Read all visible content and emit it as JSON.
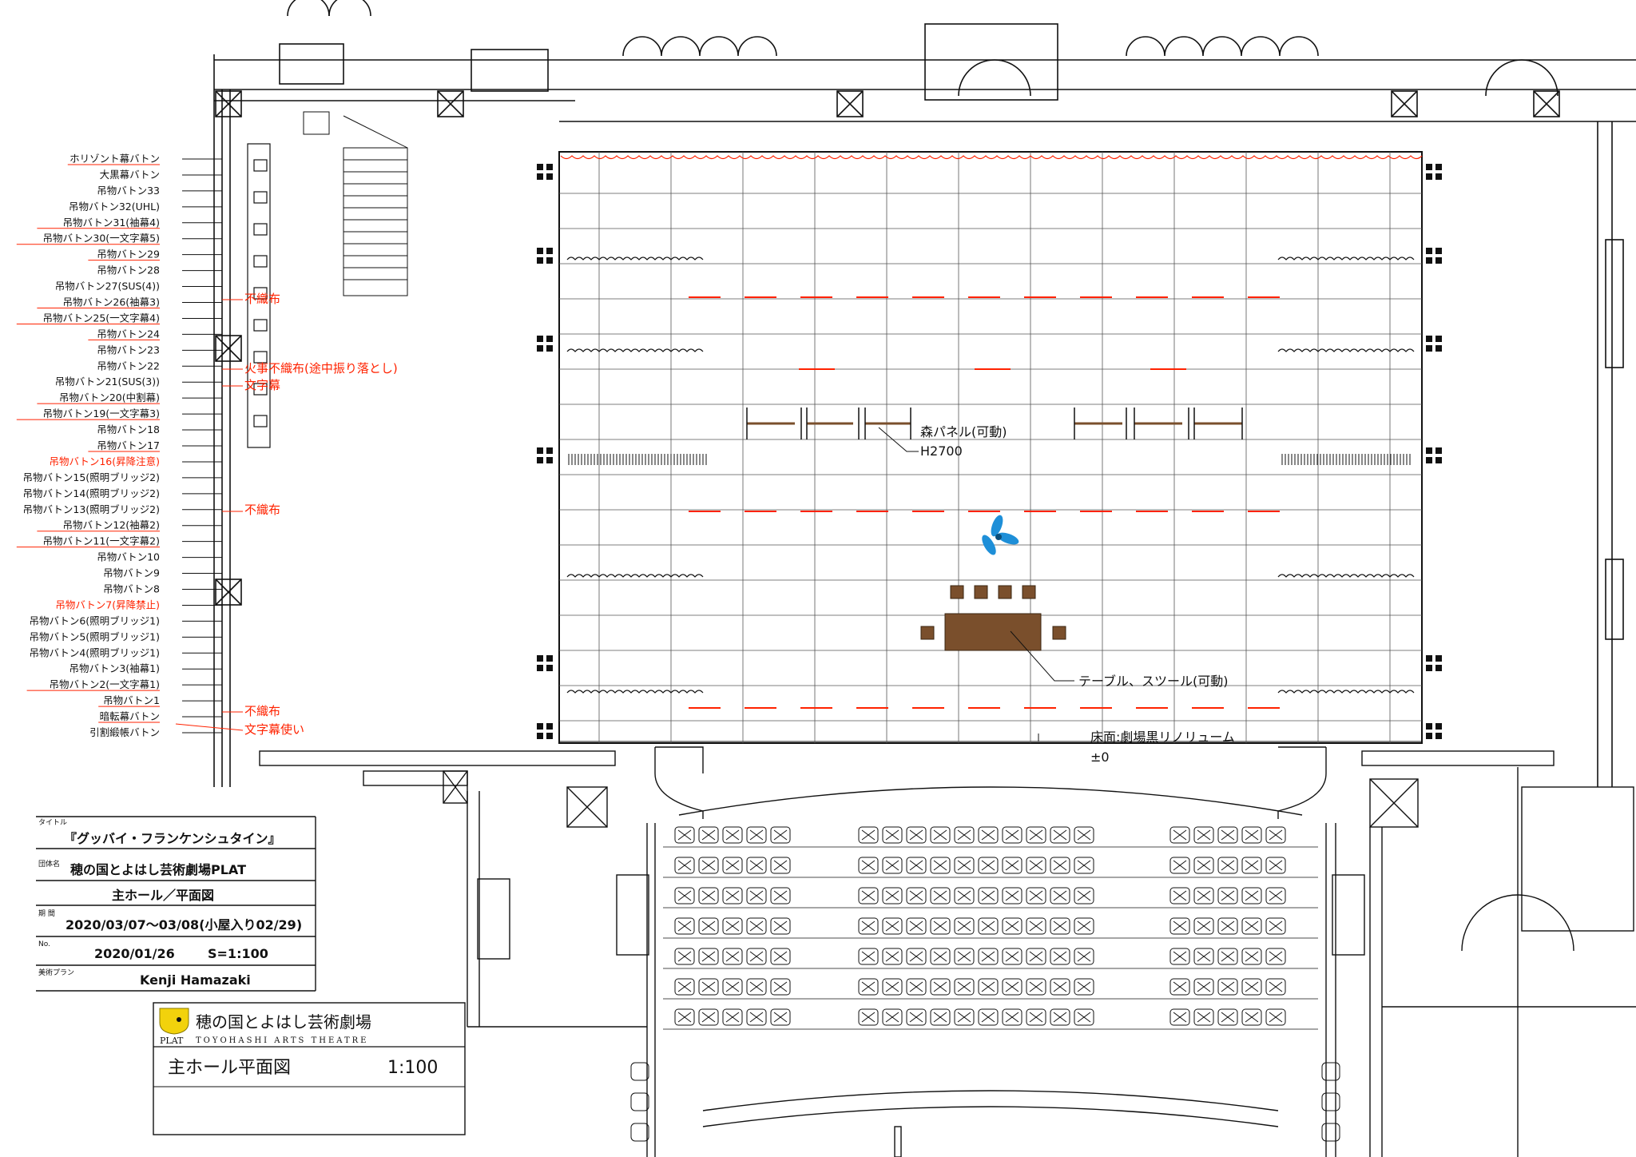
{
  "colors": {
    "line": "#111111",
    "red": "#ff2200",
    "brown": "#7a4f2c",
    "blue": "#1e8fd8",
    "ui": "#000000"
  },
  "batten_rows": [
    {
      "label": "ホリゾント幕バトン",
      "red": true
    },
    {
      "label": "大黒幕バトン",
      "red": false
    },
    {
      "label": "吊物バトン33",
      "red": false
    },
    {
      "label": "吊物バトン32(UHL)",
      "red": false
    },
    {
      "label": "吊物バトン31(袖幕4)",
      "red": true
    },
    {
      "label": "吊物バトン30(一文字幕5)",
      "red": true
    },
    {
      "label": "吊物バトン29",
      "red": true
    },
    {
      "label": "吊物バトン28",
      "red": false
    },
    {
      "label": "吊物バトン27(SUS(4))",
      "red": false
    },
    {
      "label": "吊物バトン26(袖幕3)",
      "red": true
    },
    {
      "label": "吊物バトン25(一文字幕4)",
      "red": true
    },
    {
      "label": "吊物バトン24",
      "red": true
    },
    {
      "label": "吊物バトン23",
      "red": false
    },
    {
      "label": "吊物バトン22",
      "red": false
    },
    {
      "label": "吊物バトン21(SUS(3))",
      "red": false
    },
    {
      "label": "吊物バトン20(中割幕)",
      "red": true
    },
    {
      "label": "吊物バトン19(一文字幕3)",
      "red": true
    },
    {
      "label": "吊物バトン18",
      "red": false
    },
    {
      "label": "吊物バトン17",
      "red": true
    },
    {
      "label": "吊物バトン16(昇降注意)",
      "red": false,
      "text_red": true
    },
    {
      "label": "吊物バトン15(照明ブリッジ2)",
      "red": false
    },
    {
      "label": "吊物バトン14(照明ブリッジ2)",
      "red": false
    },
    {
      "label": "吊物バトン13(照明ブリッジ2)",
      "red": false
    },
    {
      "label": "吊物バトン12(袖幕2)",
      "red": true
    },
    {
      "label": "吊物バトン11(一文字幕2)",
      "red": true
    },
    {
      "label": "吊物バトン10",
      "red": false
    },
    {
      "label": "吊物バトン9",
      "red": false
    },
    {
      "label": "吊物バトン8",
      "red": false
    },
    {
      "label": "吊物バトン7(昇降禁止)",
      "red": false,
      "text_red": true
    },
    {
      "label": "吊物バトン6(照明ブリッジ1)",
      "red": false
    },
    {
      "label": "吊物バトン5(照明ブリッジ1)",
      "red": false
    },
    {
      "label": "吊物バトン4(照明ブリッジ1)",
      "red": false
    },
    {
      "label": "吊物バトン3(袖幕1)",
      "red": false
    },
    {
      "label": "吊物バトン2(一文字幕1)",
      "red": true
    },
    {
      "label": "吊物バトン1",
      "red": true
    },
    {
      "label": "暗転幕バトン",
      "red": true
    },
    {
      "label": "引割緞帳バトン",
      "red": false
    }
  ],
  "red_notes": {
    "n1": "不織布",
    "n2": "火事不織布(途中振り落とし)",
    "n3": "文字幕",
    "n4": "不織布",
    "n5": "不織布",
    "n6": "文字幕使い"
  },
  "stage_notes": {
    "mori_panel": "森パネル(可動)",
    "height": "H2700",
    "table": "テーブル、スツール(可動)",
    "floor": "床面:劇場黒リノリューム",
    "level": "±0"
  },
  "title_block": {
    "title_label": "タイトル",
    "title": "『グッバイ・フランケンシュタイン』",
    "group_label": "団体名",
    "group": "穂の国とよはし芸術劇場PLAT",
    "drawing": "主ホール／平面図",
    "period_label": "期 間",
    "period": "2020/03/07〜03/08(小屋入り02/29)",
    "no_label": "No.",
    "date": "2020/01/26",
    "scale": "S=1:100",
    "designer_label": "美術プラン",
    "designer": "Kenji Hamazaki"
  },
  "theatre_block": {
    "logo_text": "PLAT",
    "name_jp": "穂の国とよはし芸術劇場",
    "name_en": "TOYOHASHI ARTS THEATRE",
    "drawing": "主ホール平面図",
    "scale": "1:100"
  }
}
